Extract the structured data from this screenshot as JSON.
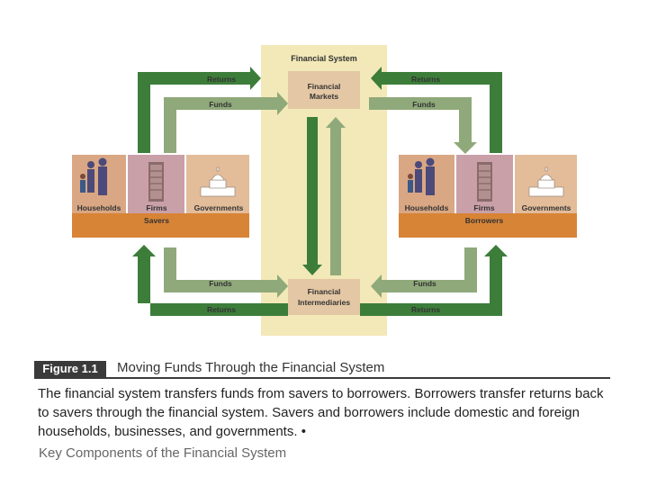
{
  "diagram": {
    "system_title": "Financial System",
    "markets_label": [
      "Financial",
      "Markets"
    ],
    "intermediaries_label": [
      "Financial",
      "Intermediaries"
    ],
    "top_left_returns": "Returns",
    "top_left_funds": "Funds",
    "top_right_returns": "Returns",
    "top_right_funds": "Funds",
    "bottom_left_funds": "Funds",
    "bottom_left_returns": "Returns",
    "bottom_right_funds": "Funds",
    "bottom_right_returns": "Returns",
    "left_group": {
      "households": "Households",
      "firms": "Firms",
      "governments": "Governments",
      "role": "Savers"
    },
    "right_group": {
      "households": "Households",
      "firms": "Firms",
      "governments": "Governments",
      "role": "Borrowers"
    },
    "colors": {
      "panel": "#f2e8b8",
      "box": "#e4c7a4",
      "arrow_dark": "#3c7d3a",
      "arrow_light": "#8fa97a",
      "actor_bg": "#d9a783",
      "group_band": "#d88436"
    }
  },
  "figure_label": "Figure 1.1",
  "figure_title": "Moving Funds Through the Financial System",
  "caption": "The financial system transfers funds from savers to borrowers. Borrowers transfer returns back to savers through the financial system. Savers and borrowers include domestic and foreign households, businesses, and governments.",
  "caption_end_mark": "•",
  "footer": "Key Components of the Financial System"
}
